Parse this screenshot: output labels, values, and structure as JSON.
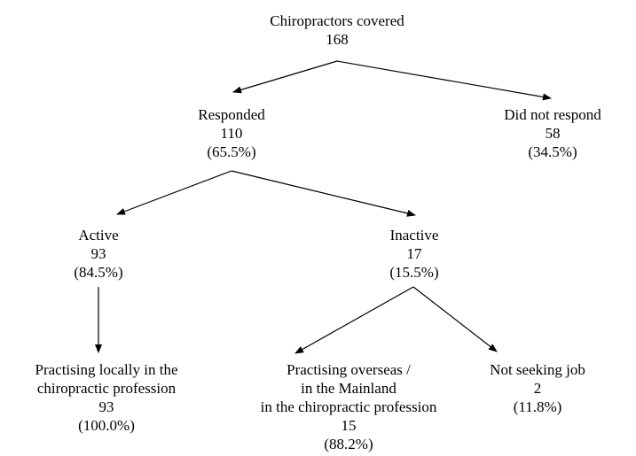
{
  "nodes": {
    "root": {
      "label": "Chiropractors covered",
      "count": "168"
    },
    "responded": {
      "label": "Responded",
      "count": "110",
      "pct": "(65.5%)"
    },
    "not_respond": {
      "label": "Did not respond",
      "count": "58",
      "pct": "(34.5%)"
    },
    "active": {
      "label": "Active",
      "count": "93",
      "pct": "(84.5%)"
    },
    "inactive": {
      "label": "Inactive",
      "count": "17",
      "pct": "(15.5%)"
    },
    "local": {
      "label_line1": "Practising locally in the",
      "label_line2": "chiropractic profession",
      "count": "93",
      "pct": "(100.0%)"
    },
    "overseas": {
      "label_line1": "Practising overseas /",
      "label_line2": "in the Mainland",
      "label_line3": "in the chiropractic profession",
      "count": "15",
      "pct": "(88.2%)"
    },
    "not_seeking": {
      "label": "Not seeking job",
      "count": "2",
      "pct": "(11.8%)"
    }
  },
  "colors": {
    "text": "#000000",
    "arrow": "#000000",
    "background": "#ffffff"
  }
}
